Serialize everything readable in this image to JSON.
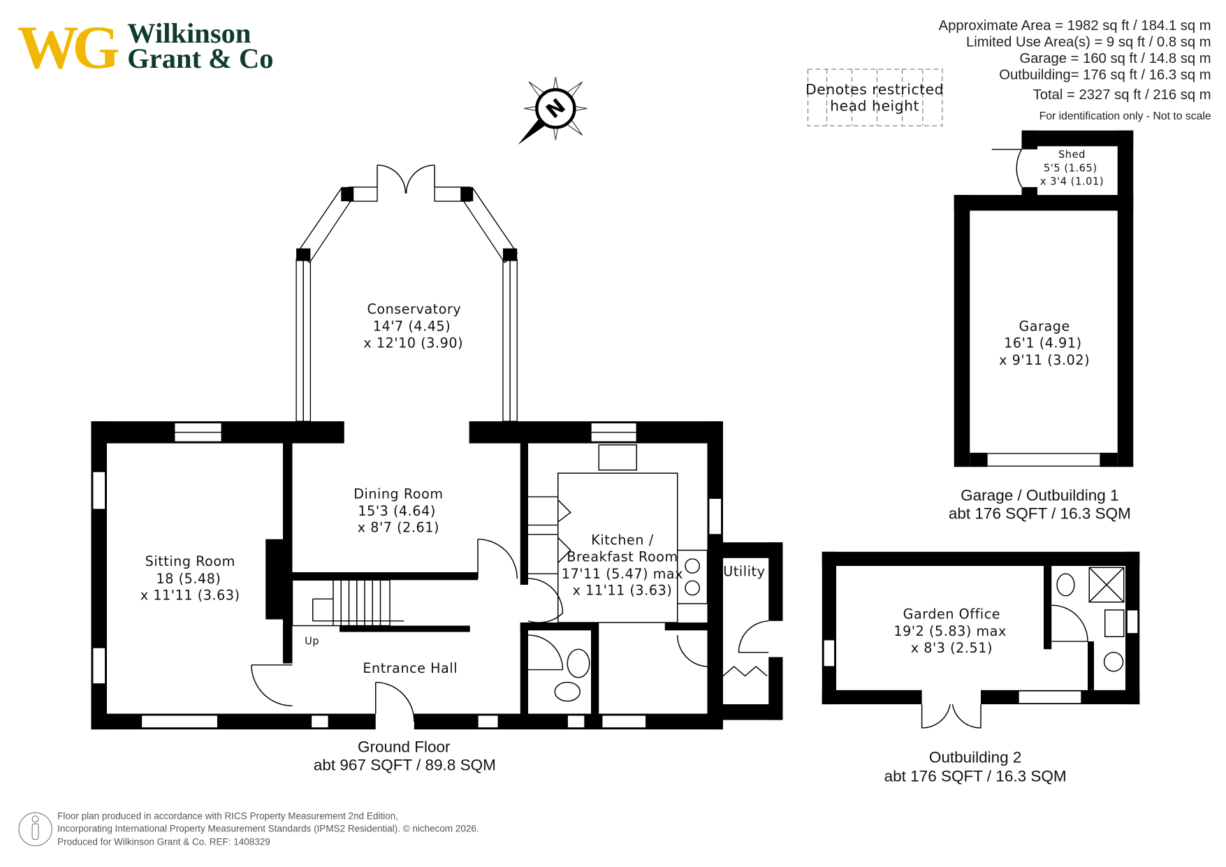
{
  "brand": {
    "monogram": "WG",
    "name_line1": "Wilkinson",
    "name_line2": "Grant & Co",
    "color_yellow": "#f2b705",
    "color_green": "#0e3b2b"
  },
  "areas": {
    "approx": "Approximate Area = 1982 sq ft / 184.1 sq m",
    "limited": "Limited Use Area(s) = 9 sq ft / 0.8 sq m",
    "garage": "Garage = 160 sq ft / 14.8 sq m",
    "outbuilding": "Outbuilding= 176 sq ft / 16.3 sq m",
    "total": "Total = 2327 sq ft / 216 sq m",
    "note": "For identification only - Not to scale"
  },
  "legend": {
    "line1": "Denotes restricted",
    "line2": "head height"
  },
  "compass": {
    "label": "N"
  },
  "rooms": {
    "conservatory": [
      "Conservatory",
      "14'7 (4.45)",
      "x 12'10 (3.90)"
    ],
    "dining": [
      "Dining Room",
      "15'3 (4.64)",
      "x 8'7 (2.61)"
    ],
    "sitting": [
      "Sitting Room",
      "18 (5.48)",
      "x 11'11 (3.63)"
    ],
    "kitchen": [
      "Kitchen /",
      "Breakfast Room",
      "17'11 (5.47) max",
      "x 11'11 (3.63)"
    ],
    "utility": [
      "Utility"
    ],
    "hall": [
      "Entrance Hall"
    ],
    "up": "Up",
    "garage": [
      "Garage",
      "16'1 (4.91)",
      "x 9'11 (3.02)"
    ],
    "shed": [
      "Shed",
      "5'5 (1.65)",
      "x 3'4 (1.01)"
    ],
    "office": [
      "Garden Office",
      "19'2 (5.83) max",
      "x 8'3 (2.51)"
    ]
  },
  "captions": {
    "ground": [
      "Ground Floor",
      "abt 967 SQFT / 89.8 SQM"
    ],
    "garage": [
      "Garage / Outbuilding 1",
      "abt 176 SQFT / 16.3 SQM"
    ],
    "outbuilding2": [
      "Outbuilding 2",
      "abt 176 SQFT / 16.3 SQM"
    ]
  },
  "footer": {
    "line1": "Floor plan produced in accordance with RICS Property Measurement 2nd Edition,",
    "line2": "Incorporating International Property Measurement Standards (IPMS2 Residential).  © nichecom   2026.",
    "line3": "Produced for Wilkinson Grant & Co.   REF:  1408329"
  }
}
